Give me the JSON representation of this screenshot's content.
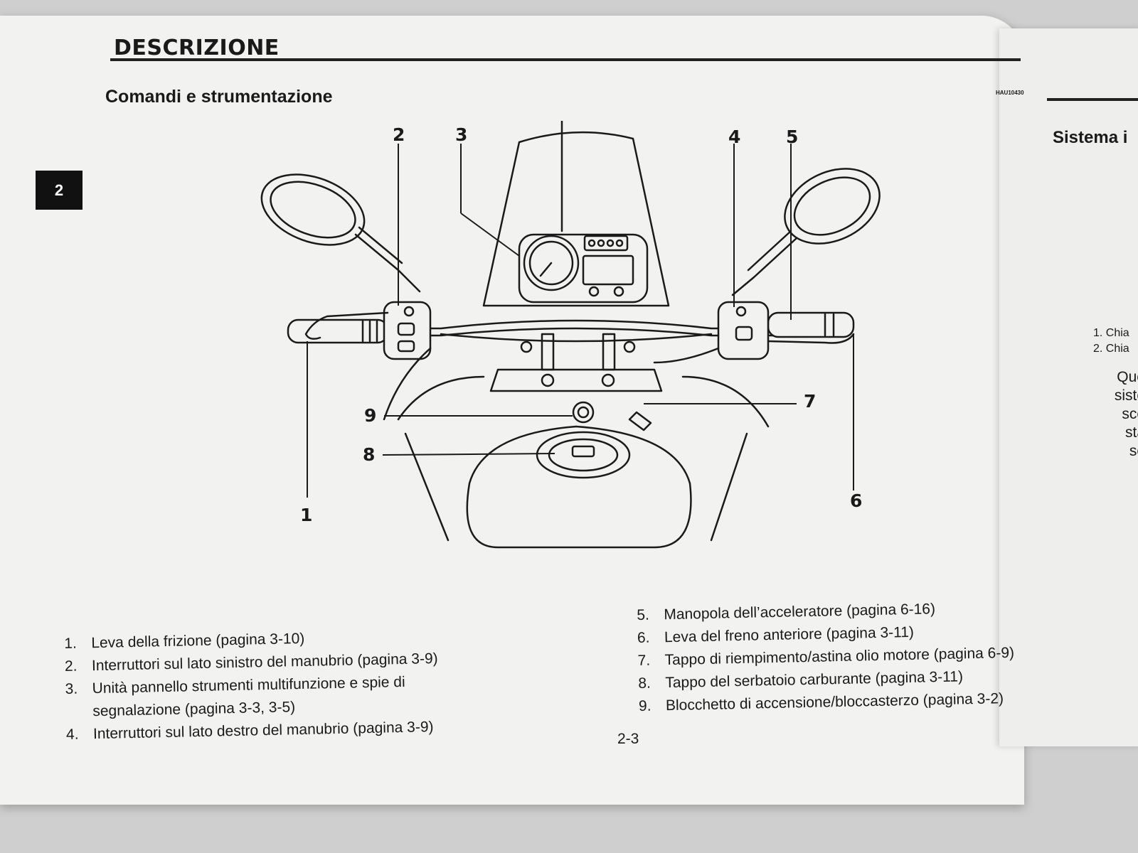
{
  "header": {
    "title": "DESCRIZIONE",
    "section": "Comandi e strumentazione",
    "code": "HAU10430"
  },
  "tab": "2",
  "callouts": [
    "2",
    "3",
    "4",
    "5",
    "9",
    "7",
    "8",
    "6",
    "1"
  ],
  "legend_left": [
    {
      "num": "1.",
      "text": "Leva della frizione (pagina 3-10)"
    },
    {
      "num": "2.",
      "text": "Interruttori sul lato sinistro del manubrio (pagina 3-9)"
    },
    {
      "num": "3.",
      "text": "Unità pannello strumenti multifunzione e spie di"
    },
    {
      "num": "",
      "text": "segnalazione (pagina 3-3, 3-5)"
    },
    {
      "num": "4.",
      "text": "Interruttori sul lato destro del manubrio (pagina 3-9)"
    }
  ],
  "legend_right": [
    {
      "num": "5.",
      "text": "Manopola dell’acceleratore (pagina 6-16)"
    },
    {
      "num": "6.",
      "text": "Leva del freno anteriore (pagina 3-11)"
    },
    {
      "num": "7.",
      "text": "Tappo di riempimento/astina olio motore (pagina 6-9)"
    },
    {
      "num": "8.",
      "text": "Tappo del serbatoio carburante (pagina 3-11)"
    },
    {
      "num": "9.",
      "text": "Blocchetto di accensione/bloccasterzo (pagina 3-2)"
    }
  ],
  "page_number": "2-3",
  "next_page": {
    "title": "Sistema i",
    "legend": [
      "1. Chia",
      "2. Chia"
    ],
    "text": [
      "Que",
      "siste",
      "sce",
      "sta",
      "se"
    ]
  }
}
